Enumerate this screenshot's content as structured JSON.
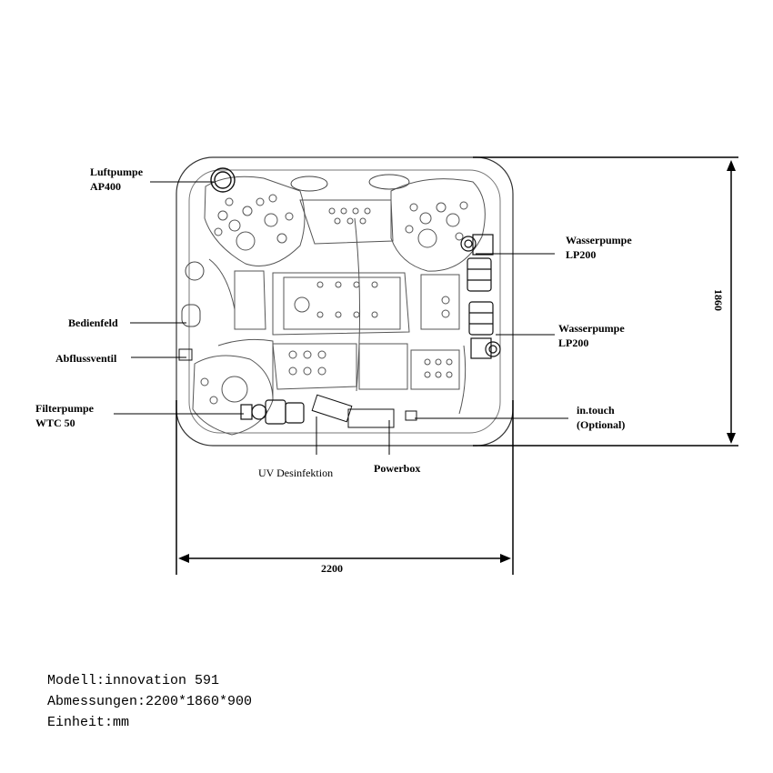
{
  "labels": {
    "luftpumpe": "Luftpumpe",
    "luftpumpe_model": "AP400",
    "wasserpumpe_1": "Wasserpumpe",
    "wasserpumpe_1_model": "LP200",
    "wasserpumpe_2": "Wasserpumpe",
    "wasserpumpe_2_model": "LP200",
    "bedienfeld": "Bedienfeld",
    "abflussventil": "Abflussventil",
    "filterpumpe": "Filterpumpe",
    "filterpumpe_model": "WTC 50",
    "intouch": "in.touch",
    "intouch_note": "(Optional)",
    "uv": "UV Desinfektion",
    "powerbox": "Powerbox"
  },
  "dimensions": {
    "width": "2200",
    "depth": "1860"
  },
  "specs": {
    "model": "Modell:innovation 591",
    "size": "Abmessungen:2200*1860*900",
    "unit": "Einheit:mm"
  }
}
